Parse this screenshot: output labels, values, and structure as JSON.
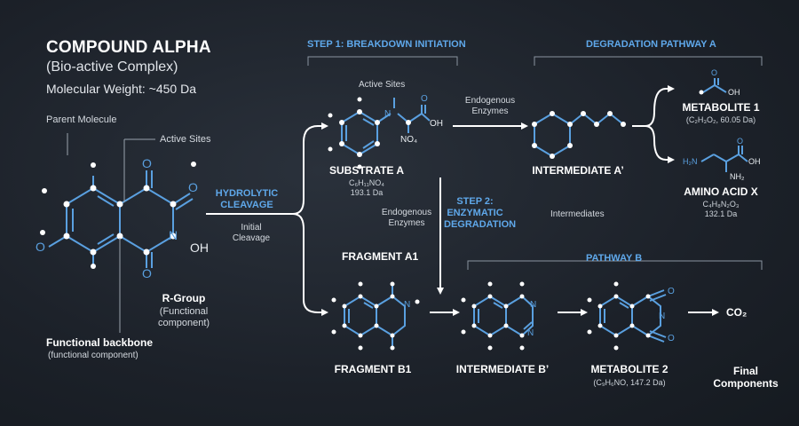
{
  "header": {
    "title": "COMPOUND ALPHA",
    "subtitle": "(Bio-active Complex)",
    "weight": "Molecular Weight: ~450 Da"
  },
  "parent": {
    "parent_label": "Parent Molecule",
    "active_sites": "Active Sites",
    "o1": "O",
    "o2": "O",
    "o3": "O",
    "o4": "O",
    "o5": "O",
    "n": "N",
    "oh": "OH",
    "rgroup_title": "R-Group",
    "rgroup_desc1": "(Functional",
    "rgroup_desc2": "component)",
    "backbone_title": "Functional backbone",
    "backbone_desc": "(functional component)"
  },
  "hydrolytic": {
    "line1": "HYDROLYTIC",
    "line2": "CLEAVAGE",
    "note1": "Initial",
    "note2": "Cleavage"
  },
  "step1": {
    "label": "STEP 1: BREAKDOWN INITIATION"
  },
  "pathway_a": {
    "label": "DEGRADATION PATHWAY A"
  },
  "pathway_b": {
    "label": "PATHWAY B"
  },
  "step2": {
    "line1": "STEP 2:",
    "line2": "ENZYMATIC",
    "line3": "DEGRADATION"
  },
  "substrate": {
    "active_sites": "Active Sites",
    "n": "N",
    "o": "O",
    "oh": "OH",
    "no4": "NO₄",
    "name": "SUBSTRATE A",
    "formula": "C₆H₁₁NO₄",
    "weight": "193.1 Da"
  },
  "enzymes_top": {
    "line1": "Endogenous",
    "line2": "Enzymes"
  },
  "enzymes_mid": {
    "line1": "Endogenous",
    "line2": "Enzymes"
  },
  "intermediate_a": {
    "name": "INTERMEDIATE A’"
  },
  "intermediates_note": "Intermediates",
  "metabolite1": {
    "o": "O",
    "oh": "OH",
    "name": "METABOLITE 1",
    "formula": "(C₂H₃O₂, 60.05 Da)"
  },
  "amino": {
    "h2n": "H₂N",
    "o": "O",
    "oh": "OH",
    "nh2": "NH₂",
    "name": "AMINO ACID X",
    "formula": "C₄H₈N₂O₃",
    "weight": "132.1 Da"
  },
  "fragment_a1": {
    "name": "FRAGMENT A1"
  },
  "fragment_b1": {
    "name": "FRAGMENT B1",
    "n": "N"
  },
  "intermediate_b": {
    "name": "INTERMEDIATE B’",
    "n1": "N",
    "n2": "N"
  },
  "metabolite2": {
    "name": "METABOLITE 2",
    "formula": "(C₉H₆NO, 147.2 Da)",
    "o1": "O",
    "o2": "O",
    "n": "N"
  },
  "final": {
    "co2": "CO₂",
    "line1": "Final",
    "line2": "Components"
  },
  "colors": {
    "bond": "#5aa0e0",
    "text": "#e8ecf0",
    "accent": "#5fa8ea",
    "arrow": "#ffffff",
    "background": "#1c2129"
  }
}
